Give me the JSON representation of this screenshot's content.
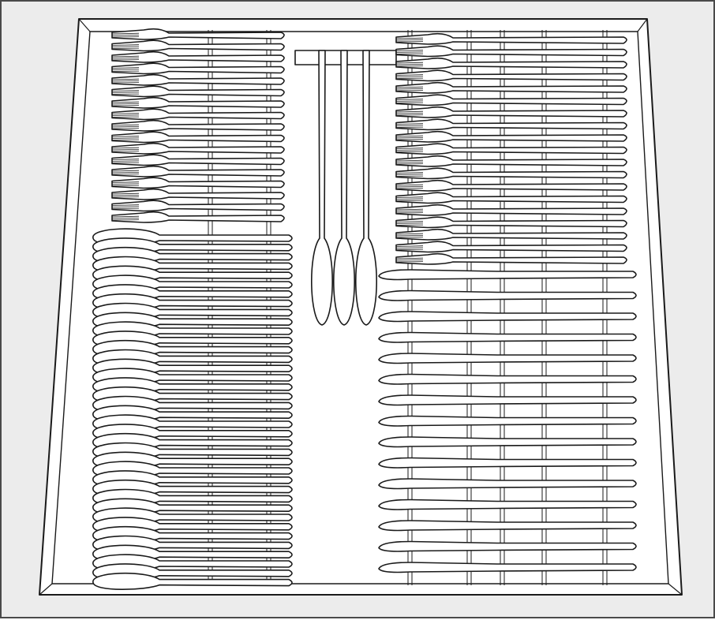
{
  "illustration": {
    "subject": "",
    "colors": {
      "panel_background": "#ececec",
      "tray_fill": "#ffffff",
      "line": "#1a1a1a",
      "frame_border": "#4a4a4a"
    },
    "sections": [
      {
        "id": "forks-left",
        "item": "fork",
        "count": 17
      },
      {
        "id": "spoons-left",
        "item": "spoon",
        "count": 38
      },
      {
        "id": "hanging-ladles",
        "item": "ladle",
        "count": 3
      },
      {
        "id": "forks-right",
        "item": "fork",
        "count": 19
      },
      {
        "id": "knives-right",
        "item": "knife",
        "count": 15
      }
    ]
  }
}
